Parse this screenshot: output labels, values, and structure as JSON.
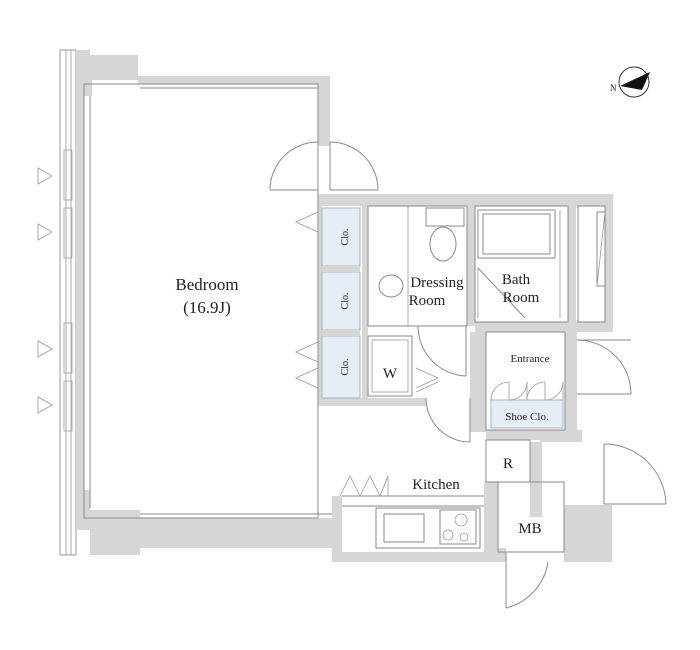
{
  "rooms": {
    "bedroom": "Bedroom",
    "bedroom_size": "(16.9J)",
    "dressing_1": "Dressing",
    "dressing_2": "Room",
    "bath_1": "Bath",
    "bath_2": "Room",
    "entrance": "Entrance",
    "shoe_closet": "Shoe Clo.",
    "kitchen": "Kitchen",
    "mb": "MB",
    "refrigerator": "R",
    "washer": "W",
    "closet": "Clo."
  },
  "compass": {
    "label": "N"
  },
  "colors": {
    "wall": "#d6d6d6",
    "closet": "#e7edf5",
    "line": "#8a8a8a"
  }
}
